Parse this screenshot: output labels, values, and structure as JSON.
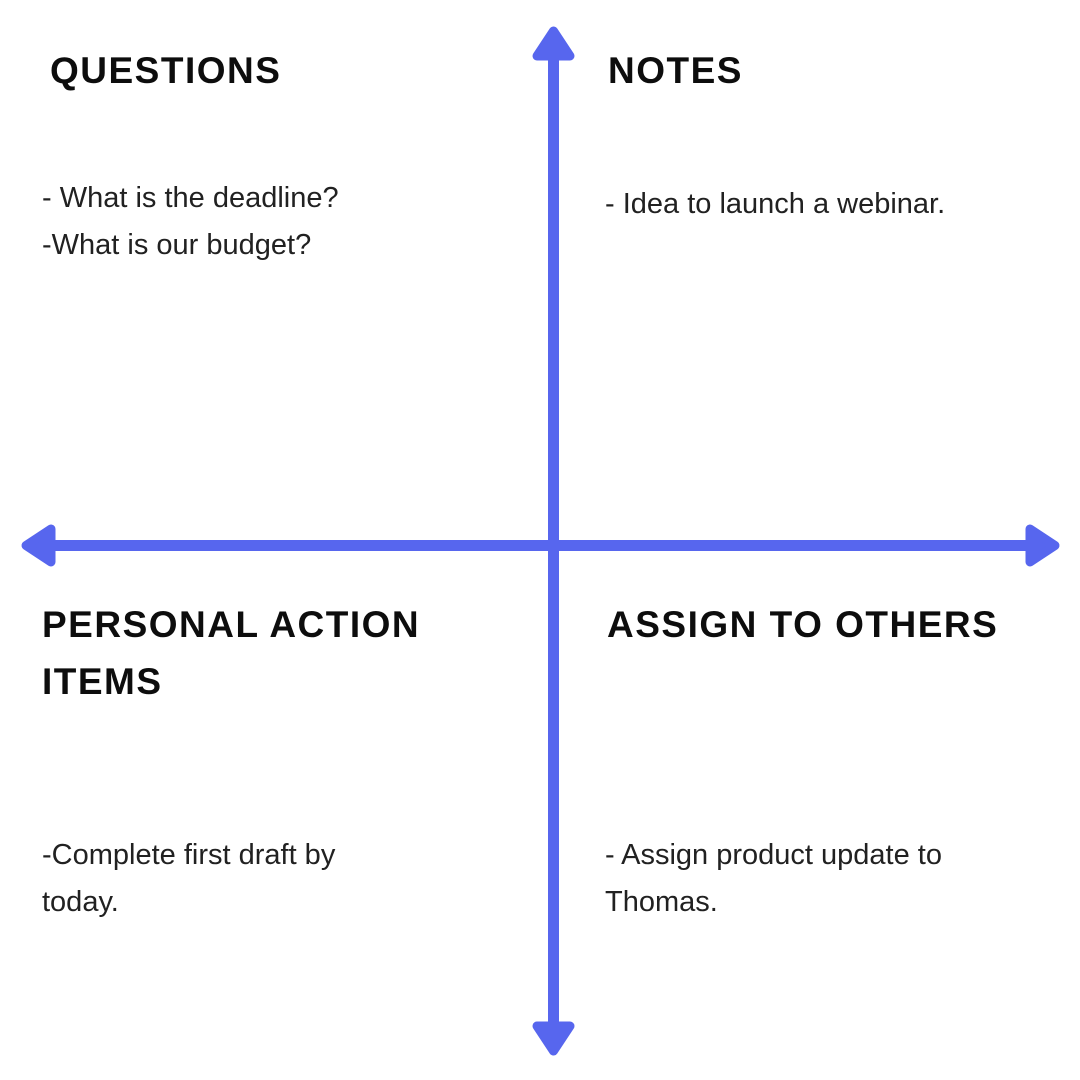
{
  "diagram": {
    "title": "meeting-notes-quadrant",
    "axis_color": "#5766EE",
    "text_color": "#212121",
    "heading_color": "#0d0d0d",
    "background_color": "#ffffff",
    "quadrants": [
      {
        "name": "questions",
        "title": "QUESTIONS",
        "items": [
          "- What is the deadline?",
          "-What is our budget?"
        ]
      },
      {
        "name": "notes",
        "title": "NOTES",
        "items": [
          "- Idea to launch a webinar."
        ]
      },
      {
        "name": "personal-action-items",
        "title": "PERSONAL ACTION ITEMS",
        "items": [
          "-Complete first draft by today."
        ]
      },
      {
        "name": "assign-to-others",
        "title": "ASSIGN TO OTHERS",
        "items": [
          "- Assign product update to Thomas."
        ]
      }
    ]
  }
}
